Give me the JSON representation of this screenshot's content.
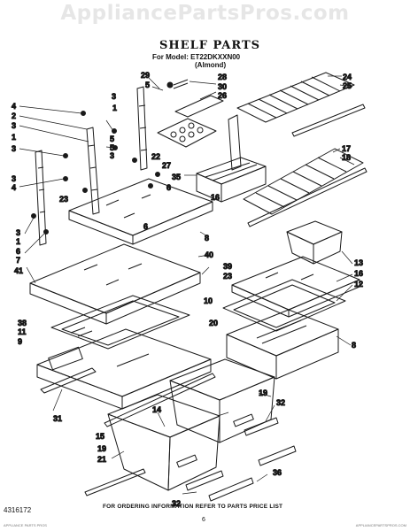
{
  "header": {
    "watermark": "AppliancePartsPros.com",
    "title": "SHELF PARTS",
    "model": "For Model: ET22DKXXN00",
    "color": "(Almond)"
  },
  "footer": {
    "note": "FOR ORDERING INFORMATION REFER TO PARTS PRICE LIST",
    "doc_number": "4316172",
    "page_number": "6",
    "fine_print_left": "APPLIANCE PARTS PROS",
    "fine_print_right": "APPLIANCEPARTSPROS.COM"
  },
  "callouts": [
    {
      "label": "29"
    },
    {
      "label": "5"
    },
    {
      "label": "3"
    },
    {
      "label": "1"
    },
    {
      "label": "3"
    },
    {
      "label": "4"
    },
    {
      "label": "2"
    },
    {
      "label": "3"
    },
    {
      "label": "1"
    },
    {
      "label": "5"
    },
    {
      "label": "3"
    },
    {
      "label": "5"
    },
    {
      "label": "3"
    },
    {
      "label": "4"
    },
    {
      "label": "23"
    },
    {
      "label": "6"
    },
    {
      "label": "3"
    },
    {
      "label": "1"
    },
    {
      "label": "6"
    },
    {
      "label": "7"
    },
    {
      "label": "41"
    },
    {
      "label": "28"
    },
    {
      "label": "30"
    },
    {
      "label": "26"
    },
    {
      "label": "24"
    },
    {
      "label": "25"
    },
    {
      "label": "22"
    },
    {
      "label": "27"
    },
    {
      "label": "35"
    },
    {
      "label": "17"
    },
    {
      "label": "18"
    },
    {
      "label": "16"
    },
    {
      "label": "6"
    },
    {
      "label": "8"
    },
    {
      "label": "40"
    },
    {
      "label": "39"
    },
    {
      "label": "23"
    },
    {
      "label": "13"
    },
    {
      "label": "16"
    },
    {
      "label": "12"
    },
    {
      "label": "38"
    },
    {
      "label": "11"
    },
    {
      "label": "9"
    },
    {
      "label": "10"
    },
    {
      "label": "20"
    },
    {
      "label": "8"
    },
    {
      "label": "31"
    },
    {
      "label": "14"
    },
    {
      "label": "19"
    },
    {
      "label": "32"
    },
    {
      "label": "15"
    },
    {
      "label": "19"
    },
    {
      "label": "21"
    },
    {
      "label": "32"
    },
    {
      "label": "36"
    }
  ]
}
